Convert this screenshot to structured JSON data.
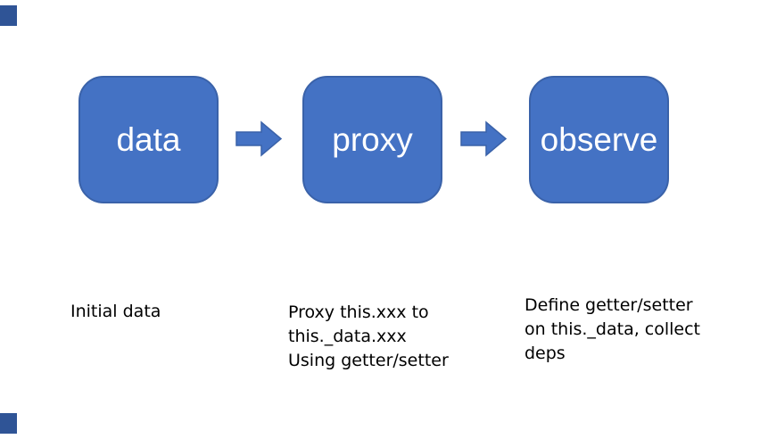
{
  "page": {
    "background": "#ffffff"
  },
  "colors": {
    "page_bg": "#ffffff",
    "node_fill": "#4472c4",
    "node_border": "#3a62a9",
    "arrow_fill": "#4472c4",
    "arrow_border": "#3a62a9",
    "node_label_text": "#ffffff",
    "caption_text": "#000000",
    "edge_marker_fill": "#2f5496"
  },
  "diagram": {
    "nodes": [
      {
        "label": "data",
        "caption_lines": [
          "Initial data"
        ]
      },
      {
        "label": "proxy",
        "caption_lines": [
          "Proxy this.xxx to",
          "this._data.xxx",
          "Using getter/setter"
        ]
      },
      {
        "label": "observe",
        "caption_lines": [
          "Define getter/setter",
          "on this._data, collect",
          "deps"
        ]
      }
    ],
    "arrows": [
      {
        "icon": "right-block-arrow-icon",
        "from": "data",
        "to": "proxy"
      },
      {
        "icon": "right-block-arrow-icon",
        "from": "proxy",
        "to": "observe"
      }
    ],
    "edge_markers": [
      {
        "icon": "clipped-shape-fragment",
        "position": "top-left"
      },
      {
        "icon": "clipped-shape-fragment",
        "position": "bottom-left"
      }
    ]
  }
}
